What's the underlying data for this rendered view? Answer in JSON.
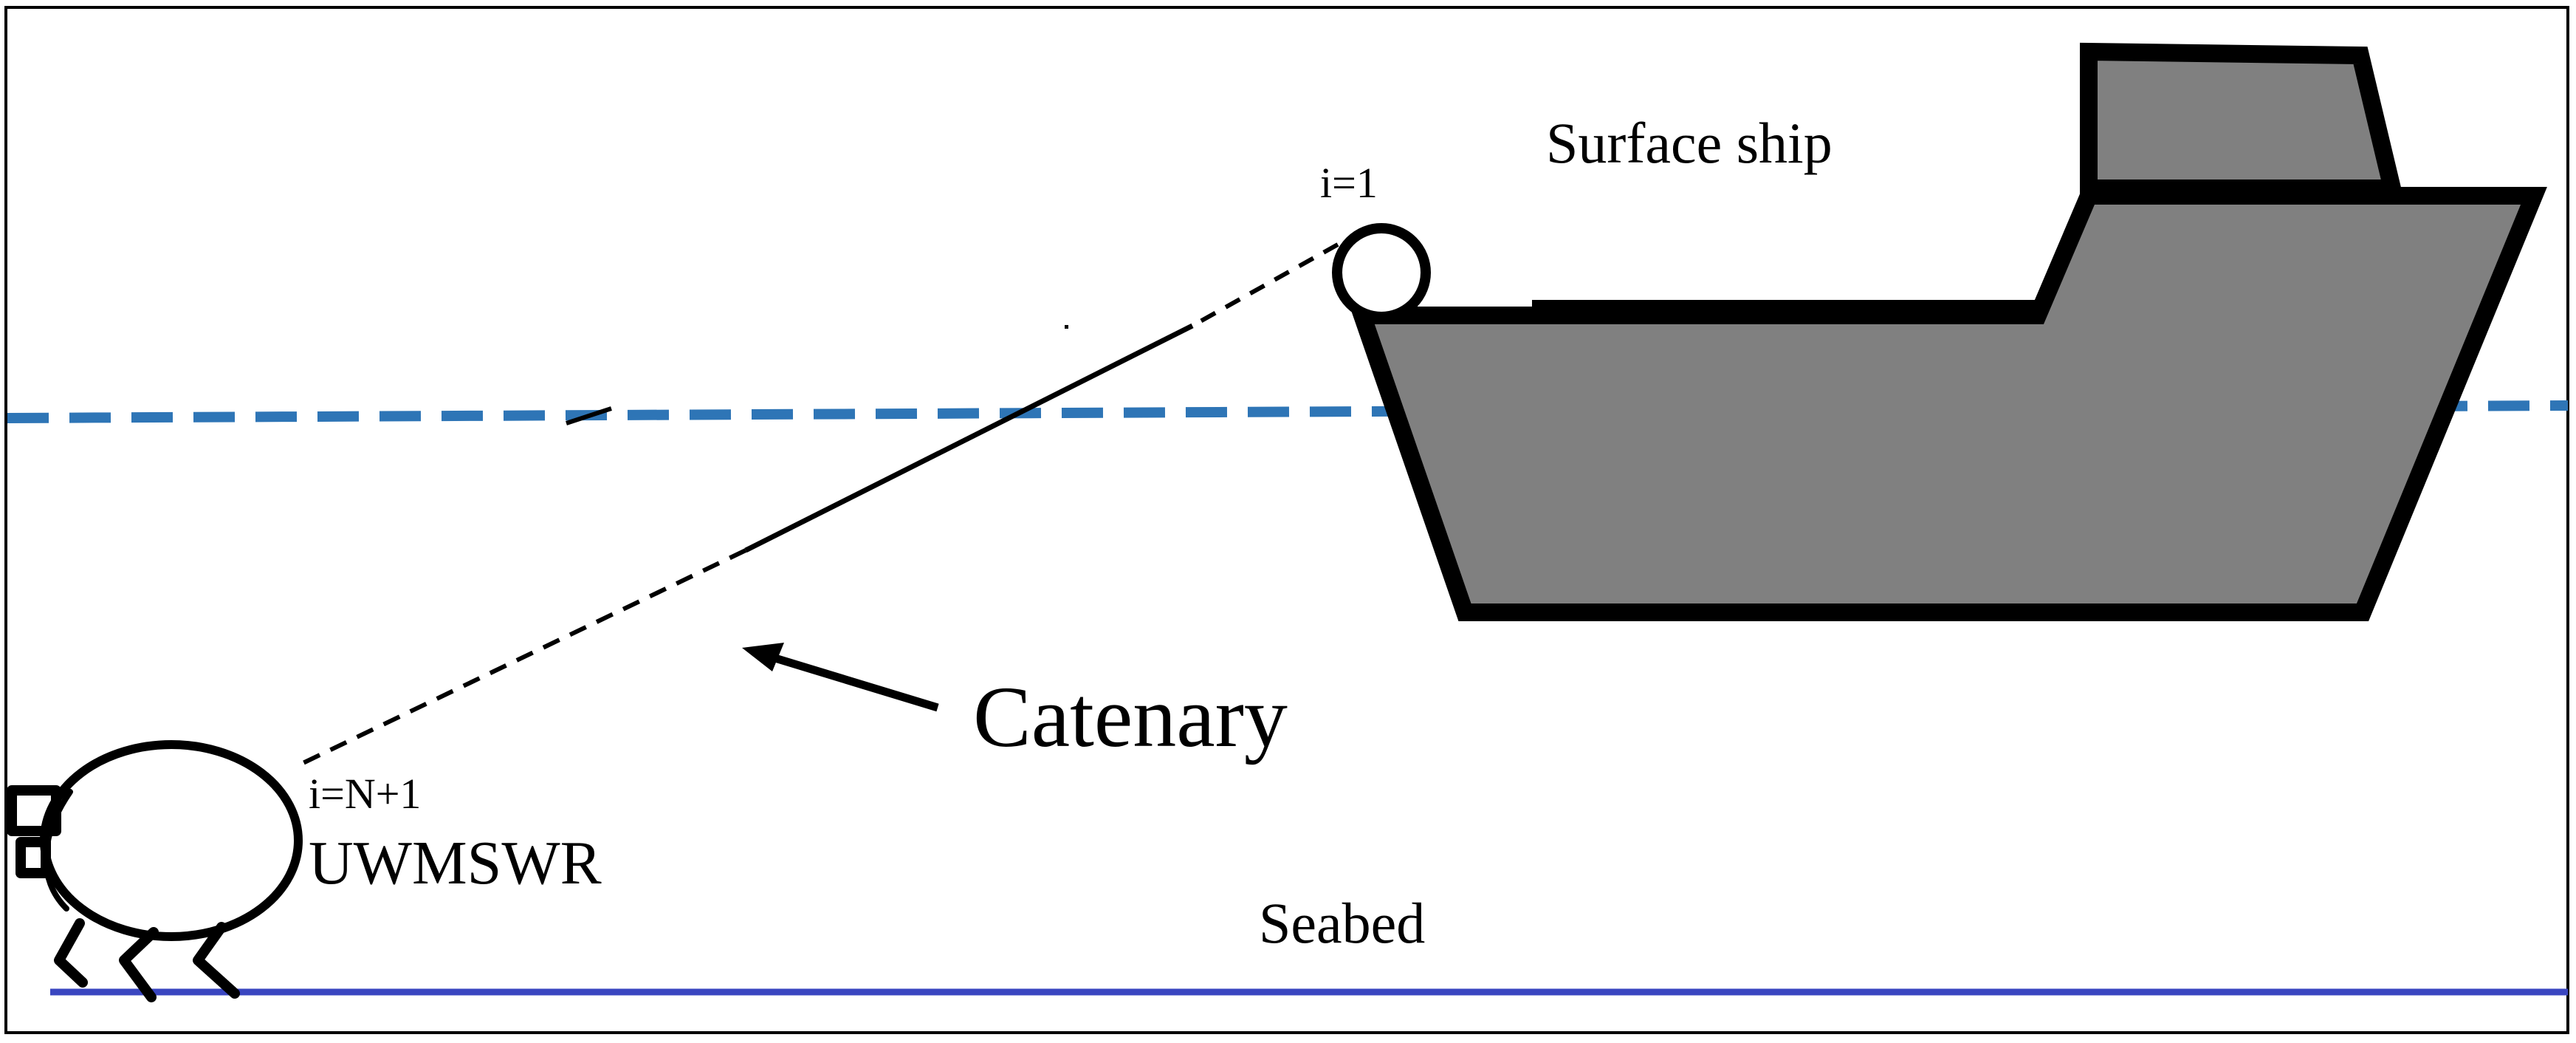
{
  "labels": {
    "surface_ship": "Surface ship",
    "node_top": "i=1",
    "node_bottom": "i=N+1",
    "robot": "UWMSWR",
    "catenary": "Catenary",
    "seabed": "Seabed"
  },
  "colors": {
    "water_surface": "#2e75b6",
    "seabed": "#3a46c0",
    "ship_fill": "#808080",
    "ink": "#000000"
  }
}
